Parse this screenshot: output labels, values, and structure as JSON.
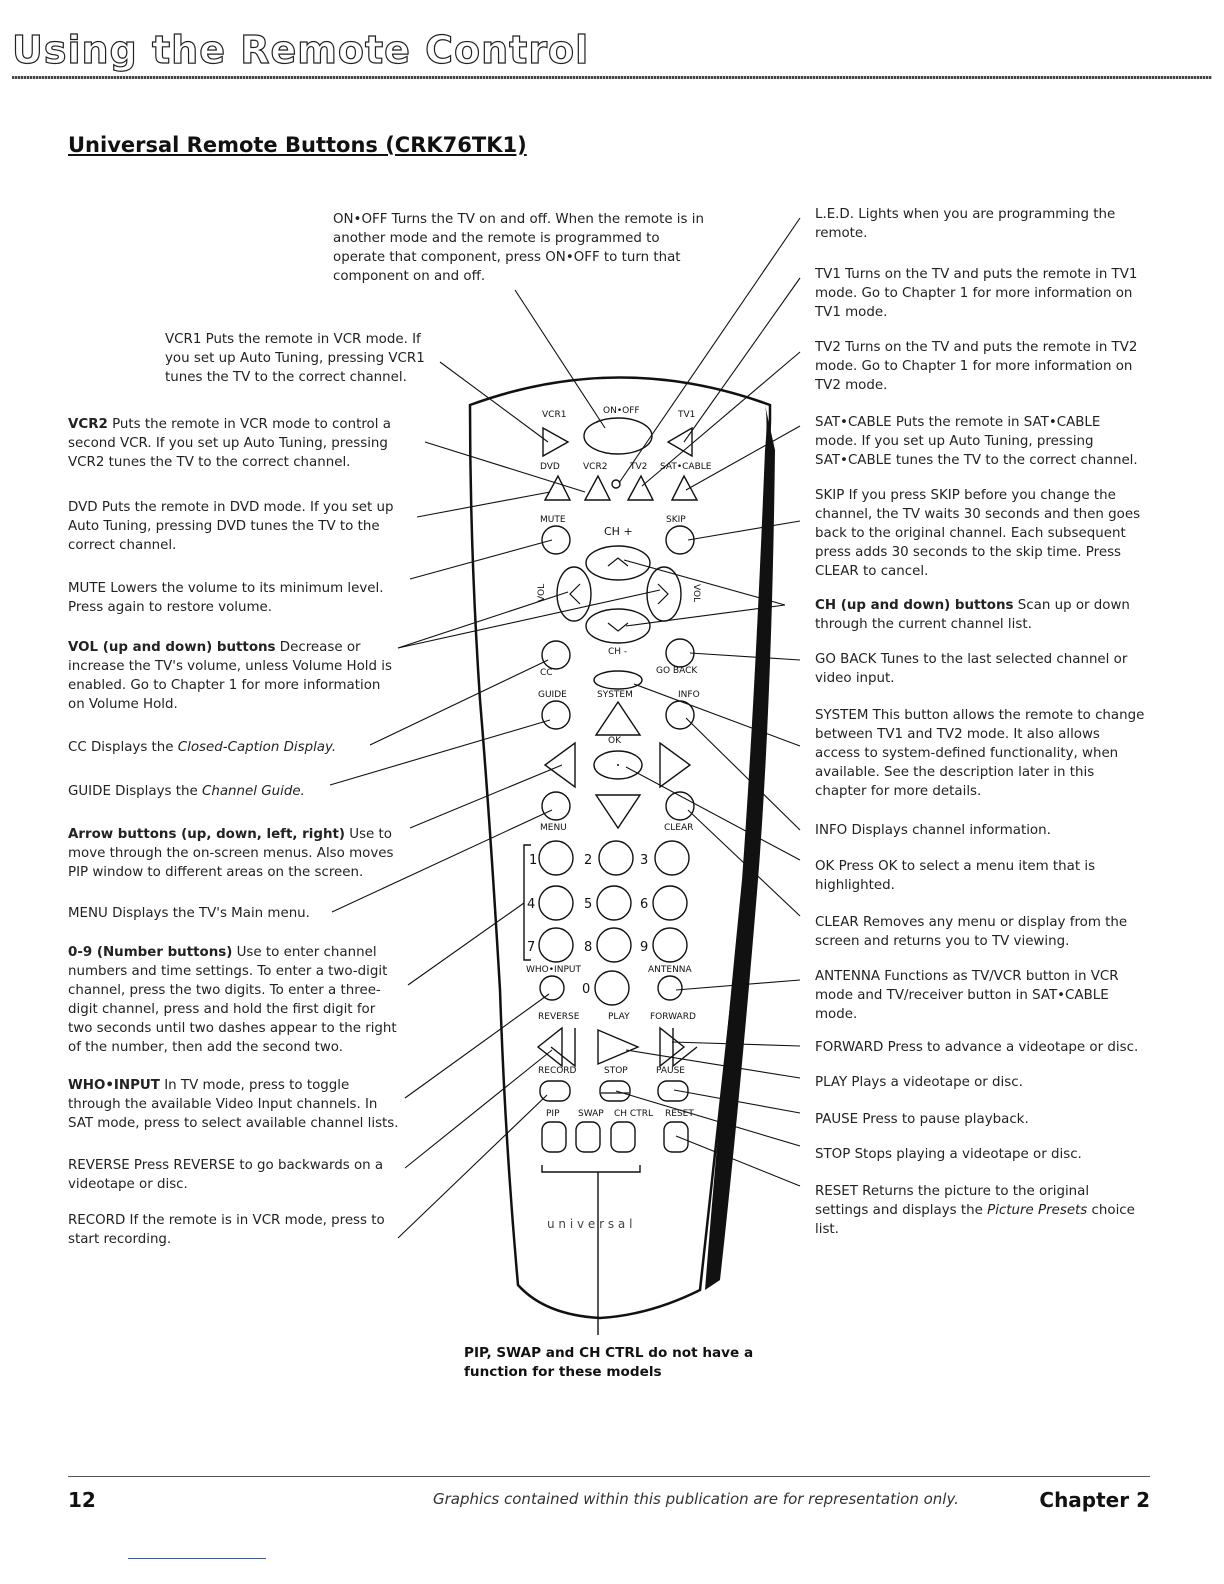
{
  "page": {
    "title": "Using the Remote Control",
    "section_heading": "Universal Remote Buttons (CRK76TK1)",
    "page_number": "12",
    "footer_caption": "Graphics contained within this publication are for representation only.",
    "chapter_label": "Chapter 2",
    "bottom_note": "PIP, SWAP and CH CTRL do not have a function for these models"
  },
  "left_notes": [
    {
      "term": "ON•OFF",
      "text": "Turns the TV on and off. When the remote is in another mode and the remote is programmed to operate that component, press ON•OFF to turn that component on and off."
    },
    {
      "term": "VCR1",
      "text": "Puts the remote in VCR mode. If you set up Auto Tuning, pressing VCR1 tunes the TV to the correct channel."
    },
    {
      "term": "VCR2",
      "text": "Puts the remote in VCR mode to control a second VCR. If you set up Auto Tuning, pressing VCR2 tunes the TV to the correct channel."
    },
    {
      "term": "DVD",
      "text": "Puts the remote in DVD mode. If you set up Auto Tuning, pressing DVD tunes the TV to the correct channel."
    },
    {
      "term": "MUTE",
      "text": "Lowers the volume to its minimum level. Press again to restore volume."
    },
    {
      "term": "VOL (up and down) buttons",
      "text": "Decrease or increase the TV's volume, unless Volume Hold is enabled. Go to Chapter 1 for more information on Volume Hold."
    },
    {
      "term": "CC",
      "text": "Displays the ",
      "italic": "Closed-Caption Display."
    },
    {
      "term": "GUIDE",
      "text": "Displays the ",
      "italic": "Channel Guide."
    },
    {
      "term": "Arrow buttons (up, down, left, right)",
      "text": "Use to move through the on-screen menus. Also moves PIP window to different areas on the screen."
    },
    {
      "term": "MENU",
      "text": "Displays the TV's Main menu."
    },
    {
      "term": "0-9 (Number buttons)",
      "text": "Use to enter channel numbers and time settings. To enter a two-digit channel, press the two digits. To enter a three-digit channel, press and hold the first digit for two seconds until two dashes appear to the right of the number, then add the second two."
    },
    {
      "term": "WHO•INPUT",
      "text": "In TV mode, press to toggle through the available Video Input channels. In SAT mode, press to select available channel lists."
    },
    {
      "term": "REVERSE",
      "text": "Press REVERSE to go backwards on a videotape or disc."
    },
    {
      "term": "RECORD",
      "text": "If the remote is in VCR mode, press to start recording."
    }
  ],
  "right_notes": [
    {
      "term": "L.E.D.",
      "text": "Lights when you are programming the remote."
    },
    {
      "term": "TV1",
      "text": "Turns on the TV and puts the remote in TV1 mode. Go to Chapter 1 for more information on TV1 mode."
    },
    {
      "term": "TV2",
      "text": "Turns on the TV and puts the remote in TV2 mode. Go to Chapter 1 for more information on TV2 mode."
    },
    {
      "term": "SAT•CABLE",
      "text": "Puts the remote in SAT•CABLE mode. If you set up Auto Tuning, pressing SAT•CABLE tunes the TV to the correct channel."
    },
    {
      "term": "SKIP",
      "text": "If you press SKIP before you change the channel, the TV waits 30 seconds and then goes back to the original channel. Each subsequent press adds 30 seconds to the skip time. Press CLEAR to cancel."
    },
    {
      "term": "CH (up and down) buttons",
      "text": "Scan up or down through the current channel list."
    },
    {
      "term": "GO BACK",
      "text": "Tunes to the last selected channel or video input."
    },
    {
      "term": "SYSTEM",
      "text": "This button allows the remote to change between TV1 and TV2 mode. It also allows access to system-defined functionality, when available. See the description later in this chapter for more details."
    },
    {
      "term": "INFO",
      "text": "Displays channel information."
    },
    {
      "term": "OK",
      "text": "Press OK to select a menu item that is highlighted."
    },
    {
      "term": "CLEAR",
      "text": "Removes any menu or display from the screen and returns you to TV viewing."
    },
    {
      "term": "ANTENNA",
      "text": "Functions as TV/VCR button in VCR mode and TV/receiver button in SAT•CABLE mode."
    },
    {
      "term": "FORWARD",
      "text": "Press to advance a videotape or disc."
    },
    {
      "term": "PLAY",
      "text": "Plays a videotape or disc."
    },
    {
      "term": "PAUSE",
      "text": "Press to pause playback."
    },
    {
      "term": "STOP",
      "text": "Stops playing a videotape or disc."
    },
    {
      "term": "RESET",
      "text": "Returns the picture to the original settings and displays the ",
      "italic": "Picture Presets",
      "tail": " choice list."
    }
  ],
  "remote_labels": {
    "vcr1": "VCR1",
    "on_off": "ON•OFF",
    "tv1": "TV1",
    "dvd": "DVD",
    "vcr2": "VCR2",
    "tv2": "TV2",
    "sat_cable": "SAT•CABLE",
    "mute": "MUTE",
    "skip": "SKIP",
    "ch_plus": "CH +",
    "vol_left": "VOL",
    "vol_right": "VOL",
    "ch_minus": "CH -",
    "cc": "CC",
    "go_back": "GO BACK",
    "guide": "GUIDE",
    "system": "SYSTEM",
    "info": "INFO",
    "ok": "OK",
    "menu": "MENU",
    "clear": "CLEAR",
    "d1": "1",
    "d2": "2",
    "d3": "3",
    "d4": "4",
    "d5": "5",
    "d6": "6",
    "d7": "7",
    "d8": "8",
    "d9": "9",
    "d0": "0",
    "who_input": "WHO•INPUT",
    "antenna": "ANTENNA",
    "reverse": "REVERSE",
    "play": "PLAY",
    "forward": "FORWARD",
    "record": "RECORD",
    "stop": "STOP",
    "pause": "PAUSE",
    "pip": "PIP",
    "swap": "SWAP",
    "ch_ctrl": "CH CTRL",
    "reset": "RESET",
    "brand": "u n i v e r s a l"
  }
}
